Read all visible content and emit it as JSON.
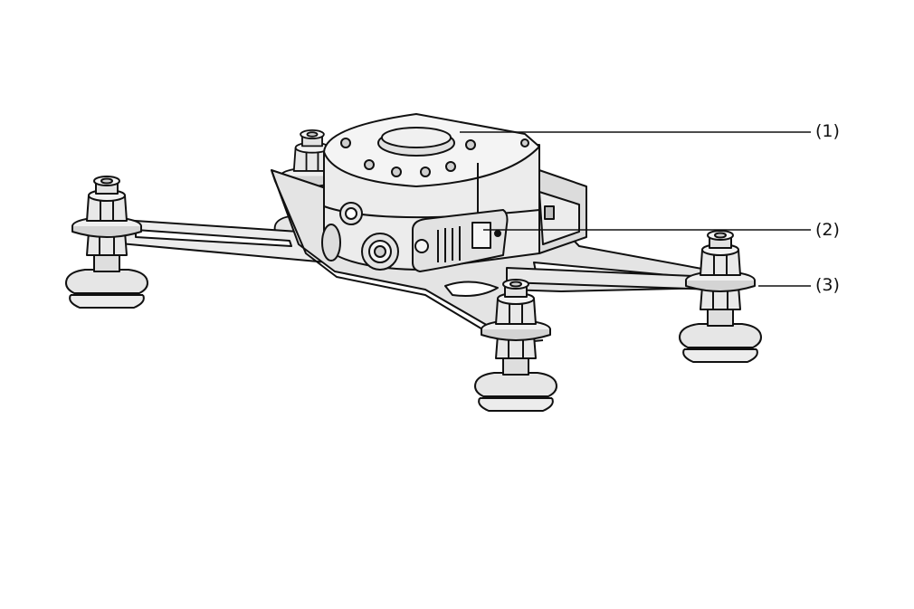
{
  "callouts": [
    {
      "id": "1",
      "label": "(1)"
    },
    {
      "id": "2",
      "label": "(2)"
    },
    {
      "id": "3",
      "label": "(3)"
    }
  ],
  "colors": {
    "line": "#111111",
    "part_light": "#ececec",
    "part_mid": "#d9d9d9",
    "part_dark": "#bdbdbd",
    "shadow": "#9a9a9a"
  }
}
